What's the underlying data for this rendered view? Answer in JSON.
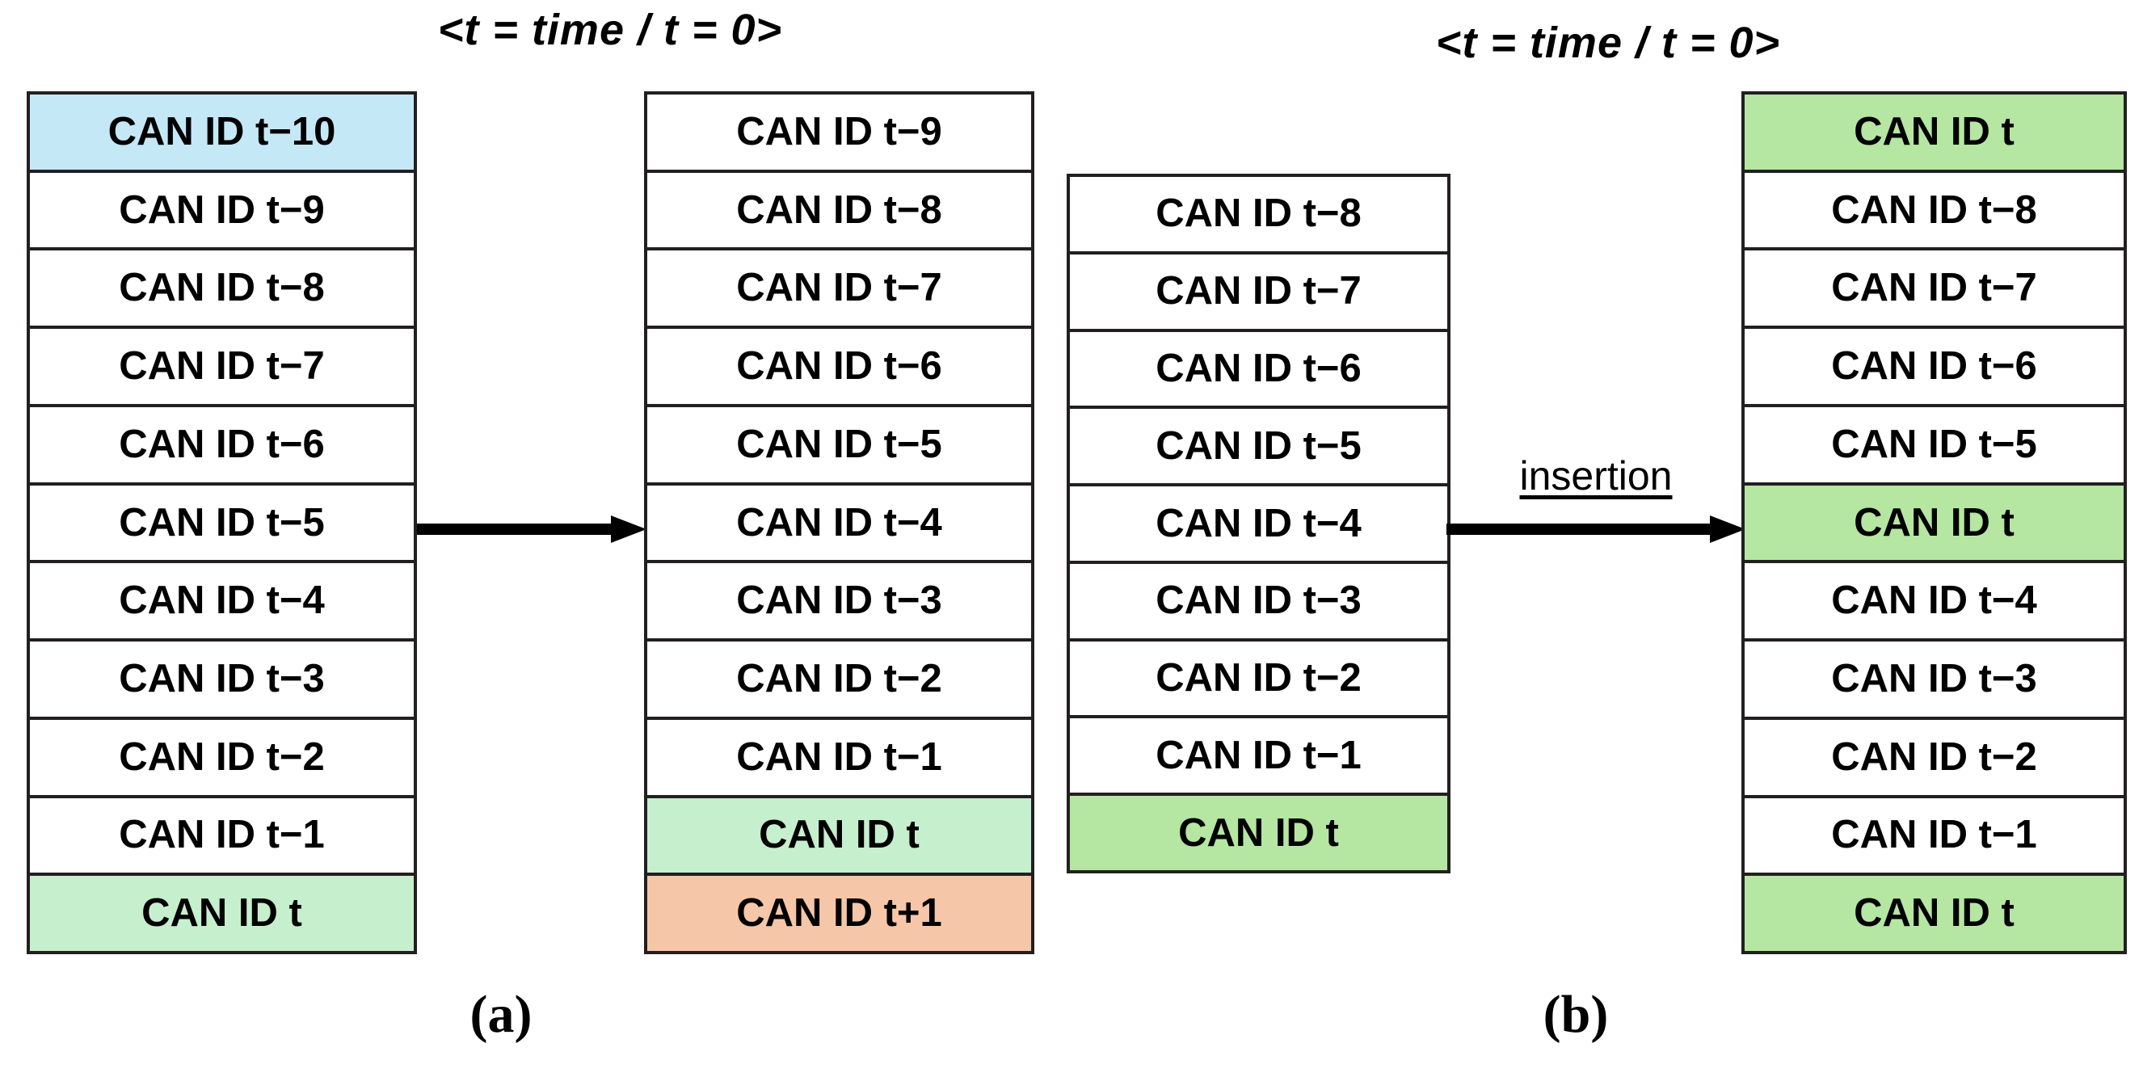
{
  "figure": {
    "panels": [
      {
        "id": "a",
        "caption": "(a)",
        "title": "<t = time / t = 0>",
        "arrow": {
          "name": "shift-arrow",
          "label": ""
        },
        "stacks": [
          {
            "name": "can-id-stack-before",
            "rows": [
              {
                "label": "CAN ID t−10",
                "fill": "blue"
              },
              {
                "label": "CAN ID t−9",
                "fill": "none"
              },
              {
                "label": "CAN ID t−8",
                "fill": "none"
              },
              {
                "label": "CAN ID t−7",
                "fill": "none"
              },
              {
                "label": "CAN ID t−6",
                "fill": "none"
              },
              {
                "label": "CAN ID t−5",
                "fill": "none"
              },
              {
                "label": "CAN ID t−4",
                "fill": "none"
              },
              {
                "label": "CAN ID t−3",
                "fill": "none"
              },
              {
                "label": "CAN ID t−2",
                "fill": "none"
              },
              {
                "label": "CAN ID t−1",
                "fill": "none"
              },
              {
                "label": "CAN ID t",
                "fill": "green"
              }
            ]
          },
          {
            "name": "can-id-stack-after",
            "rows": [
              {
                "label": "CAN ID t−9",
                "fill": "none"
              },
              {
                "label": "CAN ID t−8",
                "fill": "none"
              },
              {
                "label": "CAN ID t−7",
                "fill": "none"
              },
              {
                "label": "CAN ID t−6",
                "fill": "none"
              },
              {
                "label": "CAN ID t−5",
                "fill": "none"
              },
              {
                "label": "CAN ID t−4",
                "fill": "none"
              },
              {
                "label": "CAN ID t−3",
                "fill": "none"
              },
              {
                "label": "CAN ID t−2",
                "fill": "none"
              },
              {
                "label": "CAN ID t−1",
                "fill": "none"
              },
              {
                "label": "CAN ID t",
                "fill": "green"
              },
              {
                "label": "CAN ID t+1",
                "fill": "orange"
              }
            ]
          }
        ]
      },
      {
        "id": "b",
        "caption": "(b)",
        "title": "<t = time / t = 0>",
        "arrow": {
          "name": "insertion-arrow",
          "label": "insertion"
        },
        "stacks": [
          {
            "name": "can-id-stack-source",
            "rows": [
              {
                "label": "CAN ID t−8",
                "fill": "none"
              },
              {
                "label": "CAN ID t−7",
                "fill": "none"
              },
              {
                "label": "CAN ID t−6",
                "fill": "none"
              },
              {
                "label": "CAN ID t−5",
                "fill": "none"
              },
              {
                "label": "CAN ID t−4",
                "fill": "none"
              },
              {
                "label": "CAN ID t−3",
                "fill": "none"
              },
              {
                "label": "CAN ID t−2",
                "fill": "none"
              },
              {
                "label": "CAN ID t−1",
                "fill": "none"
              },
              {
                "label": "CAN ID t",
                "fill": "green2"
              }
            ]
          },
          {
            "name": "can-id-stack-inserted",
            "rows": [
              {
                "label": "CAN ID t",
                "fill": "green2"
              },
              {
                "label": "CAN ID t−8",
                "fill": "none"
              },
              {
                "label": "CAN ID t−7",
                "fill": "none"
              },
              {
                "label": "CAN ID t−6",
                "fill": "none"
              },
              {
                "label": "CAN ID t−5",
                "fill": "none"
              },
              {
                "label": "CAN ID t",
                "fill": "green2"
              },
              {
                "label": "CAN ID t−4",
                "fill": "none"
              },
              {
                "label": "CAN ID t−3",
                "fill": "none"
              },
              {
                "label": "CAN ID t−2",
                "fill": "none"
              },
              {
                "label": "CAN ID t−1",
                "fill": "none"
              },
              {
                "label": "CAN ID t",
                "fill": "green2"
              }
            ]
          }
        ]
      }
    ],
    "colors": {
      "blue": "#c5e8f7",
      "green": "#c6efce",
      "green2": "#b5e6a2",
      "orange": "#f6c6a8",
      "border": "#231f20",
      "background": "#ffffff"
    }
  }
}
